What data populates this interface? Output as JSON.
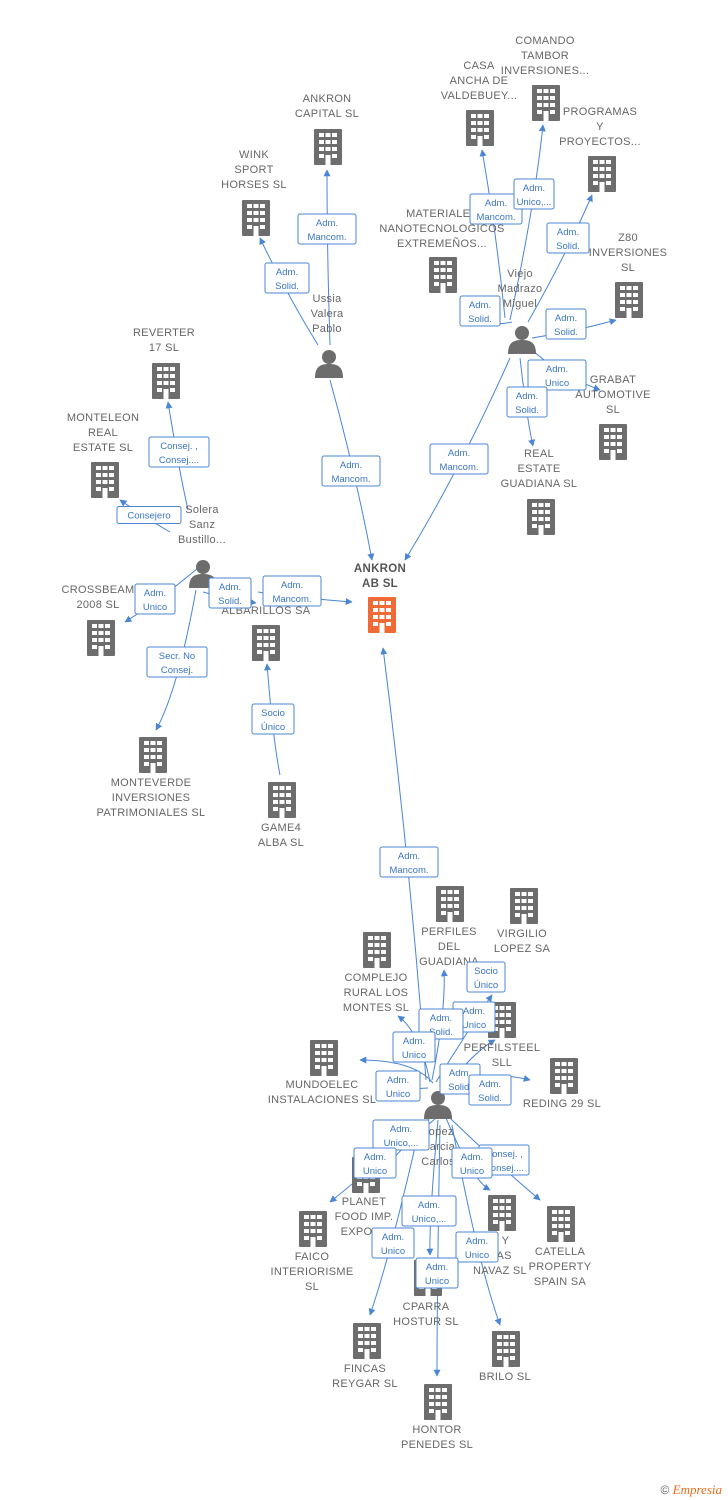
{
  "companies": [
    {
      "id": "ankron_ab",
      "lines": [
        "ANKRON",
        "AB SL"
      ],
      "center": true
    },
    {
      "id": "ankron_capital",
      "lines": [
        "ANKRON",
        "CAPITAL SL"
      ]
    },
    {
      "id": "wink",
      "lines": [
        "WINK",
        "SPORT",
        "HORSES SL"
      ]
    },
    {
      "id": "casa_ancha",
      "lines": [
        "CASA",
        "ANCHA DE",
        "VALDEBUEY..."
      ]
    },
    {
      "id": "comando",
      "lines": [
        "COMANDO",
        "TAMBOR",
        "INVERSIONES..."
      ]
    },
    {
      "id": "programas",
      "lines": [
        "PROGRAMAS",
        "Y",
        "PROYECTOS..."
      ]
    },
    {
      "id": "materiales",
      "lines": [
        "MATERIALES",
        "NANOTECNOLOGICOS",
        "EXTREMEÑOS..."
      ]
    },
    {
      "id": "z80",
      "lines": [
        "Z80",
        "INVERSIONES",
        "SL"
      ]
    },
    {
      "id": "grabat",
      "lines": [
        "GRABAT",
        "AUTOMOTIVE",
        "SL"
      ]
    },
    {
      "id": "real_estate",
      "lines": [
        "REAL",
        "ESTATE",
        "GUADIANA SL"
      ]
    },
    {
      "id": "reverter",
      "lines": [
        "REVERTER",
        "17 SL"
      ]
    },
    {
      "id": "monteleon",
      "lines": [
        "MONTELEON",
        "REAL",
        "ESTATE SL"
      ]
    },
    {
      "id": "crossbeam",
      "lines": [
        "CROSSBEAM",
        "2008 SL"
      ]
    },
    {
      "id": "albarillos",
      "lines": [
        "ALBARILLOS SA"
      ]
    },
    {
      "id": "monteverde",
      "lines": [
        "MONTEVERDE",
        "INVERSIONES",
        "PATRIMONIALES SL"
      ]
    },
    {
      "id": "game4",
      "lines": [
        "GAME4",
        "ALBA SL"
      ]
    },
    {
      "id": "perfiles",
      "lines": [
        "PERFILES",
        "DEL",
        "GUADIANA"
      ]
    },
    {
      "id": "virgilio",
      "lines": [
        "VIRGILIO",
        "LOPEZ SA"
      ]
    },
    {
      "id": "complejo",
      "lines": [
        "COMPLEJO",
        "RURAL LOS",
        "MONTES SL"
      ]
    },
    {
      "id": "perfilsteel",
      "lines": [
        "PERFILSTEEL",
        "SLL"
      ]
    },
    {
      "id": "mundoelec",
      "lines": [
        "MUNDOELEC",
        "INSTALACIONES SL"
      ]
    },
    {
      "id": "reding",
      "lines": [
        "REDING 29 SL"
      ]
    },
    {
      "id": "planet",
      "lines": [
        "PLANET",
        "FOOD IMP.",
        "EXPORT"
      ]
    },
    {
      "id": "faico",
      "lines": [
        "FAICO",
        "INTERIORISME",
        "SL"
      ]
    },
    {
      "id": "catella",
      "lines": [
        "CATELLA",
        "PROPERTY",
        "SPAIN SA"
      ]
    },
    {
      "id": "lb_navaz",
      "lines": [
        "B Y",
        "DAS",
        "NAVAZ SL"
      ]
    },
    {
      "id": "cparra",
      "lines": [
        "CPARRA",
        "HOSTUR SL"
      ]
    },
    {
      "id": "fincas",
      "lines": [
        "FINCAS",
        "REYGAR SL"
      ]
    },
    {
      "id": "brilo",
      "lines": [
        "BRILO SL"
      ]
    },
    {
      "id": "hontor",
      "lines": [
        "HONTOR",
        "PENEDES SL"
      ]
    }
  ],
  "persons": [
    {
      "id": "ussia",
      "lines": [
        "Ussia",
        "Valera",
        "Pablo"
      ]
    },
    {
      "id": "viejo",
      "lines": [
        "Viejo",
        "Madrazo",
        "Miguel"
      ]
    },
    {
      "id": "solera",
      "lines": [
        "Solera",
        "Sanz",
        "Bustillo..."
      ]
    },
    {
      "id": "lopez",
      "lines": [
        "Lopez",
        "Garcia",
        "Carlos"
      ]
    }
  ],
  "relations": [
    {
      "id": "r1",
      "lines": [
        "Adm.",
        "Mancom."
      ]
    },
    {
      "id": "r2",
      "lines": [
        "Adm.",
        "Solid."
      ]
    },
    {
      "id": "r3",
      "lines": [
        "Adm.",
        "Mancom."
      ]
    },
    {
      "id": "r4",
      "lines": [
        "Adm.",
        "Unico,..."
      ]
    },
    {
      "id": "r5",
      "lines": [
        "Adm.",
        "Solid."
      ]
    },
    {
      "id": "r6",
      "lines": [
        "Adm.",
        "Solid."
      ]
    },
    {
      "id": "r7",
      "lines": [
        "Adm.",
        "Solid."
      ]
    },
    {
      "id": "r8",
      "lines": [
        "Adm.",
        "Unico"
      ]
    },
    {
      "id": "r9",
      "lines": [
        "Adm.",
        "Mancom."
      ]
    },
    {
      "id": "r10",
      "lines": [
        "Adm.",
        "Solid."
      ]
    },
    {
      "id": "r11",
      "lines": [
        "Adm.",
        "Mancom."
      ]
    },
    {
      "id": "r12",
      "lines": [
        "Consej. ,",
        "Consej...."
      ]
    },
    {
      "id": "r13",
      "lines": [
        "Consejero"
      ]
    },
    {
      "id": "r14",
      "lines": [
        "Adm.",
        "Unico"
      ]
    },
    {
      "id": "r15",
      "lines": [
        "Adm.",
        "Solid."
      ]
    },
    {
      "id": "r16",
      "lines": [
        "Adm.",
        "Mancom."
      ]
    },
    {
      "id": "r17",
      "lines": [
        "Secr. No",
        "Consej."
      ]
    },
    {
      "id": "r18",
      "lines": [
        "Socio",
        "Único"
      ]
    },
    {
      "id": "r19",
      "lines": [
        "Adm.",
        "Mancom."
      ]
    },
    {
      "id": "r20",
      "lines": [
        "Socio",
        "Único"
      ]
    },
    {
      "id": "r21",
      "lines": [
        "Adm.",
        "Unico"
      ]
    },
    {
      "id": "r22",
      "lines": [
        "Adm.",
        "Solid."
      ]
    },
    {
      "id": "r23",
      "lines": [
        "Adm.",
        "Unico"
      ]
    },
    {
      "id": "r24",
      "lines": [
        "Adm.",
        "Solid."
      ]
    },
    {
      "id": "r25",
      "lines": [
        "Adm.",
        "Solid."
      ]
    },
    {
      "id": "r26",
      "lines": [
        "Adm.",
        "Unico"
      ]
    },
    {
      "id": "r27",
      "lines": [
        "Adm.",
        "Unico,..."
      ]
    },
    {
      "id": "r28",
      "lines": [
        "Consej. ,",
        "Consej...."
      ]
    },
    {
      "id": "r29",
      "lines": [
        "Adm.",
        "Unico"
      ]
    },
    {
      "id": "r30",
      "lines": [
        "Adm.",
        "Unico"
      ]
    },
    {
      "id": "r31",
      "lines": [
        "Adm.",
        "Unico,..."
      ]
    },
    {
      "id": "r32",
      "lines": [
        "Adm.",
        "Unico"
      ]
    },
    {
      "id": "r33",
      "lines": [
        "Adm.",
        "Unico"
      ]
    },
    {
      "id": "r34",
      "lines": [
        "Adm.",
        "Unico"
      ]
    }
  ],
  "colors": {
    "edge": "#4a86d4",
    "building": "#6d6d6d",
    "center_building": "#f06a35",
    "person": "#6d6d6d",
    "label": "#666666"
  },
  "footer": {
    "copyright": "©",
    "brand": "Empresia"
  }
}
